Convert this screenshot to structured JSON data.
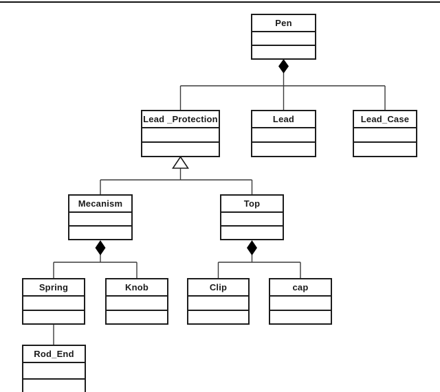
{
  "diagram": {
    "type": "uml-class-diagram",
    "subject": "Pen composition hierarchy",
    "colors": {
      "background": "#ffffff",
      "box_fill": "#ffffff",
      "box_border": "#1c1c1c",
      "connector_line": "#3a3a3a",
      "composition_diamond_fill": "#000000",
      "generalization_triangle_fill": "#ffffff",
      "text": "#1a1a1a"
    },
    "classes": [
      {
        "name": "Pen"
      },
      {
        "name": "Lead _Protection"
      },
      {
        "name": "Lead"
      },
      {
        "name": "Lead_Case"
      },
      {
        "name": "Mecanism"
      },
      {
        "name": "Top"
      },
      {
        "name": "Spring"
      },
      {
        "name": "Knob"
      },
      {
        "name": "Clip"
      },
      {
        "name": "cap"
      },
      {
        "name": "Rod_End"
      }
    ],
    "relationships": [
      {
        "type": "composition",
        "whole": "Pen",
        "parts": [
          "Lead _Protection",
          "Lead",
          "Lead_Case"
        ]
      },
      {
        "type": "generalization",
        "general": "Lead _Protection",
        "specific": [
          "Mecanism",
          "Top"
        ]
      },
      {
        "type": "composition",
        "whole": "Mecanism",
        "parts": [
          "Spring",
          "Knob"
        ]
      },
      {
        "type": "composition",
        "whole": "Top",
        "parts": [
          "Clip",
          "cap"
        ]
      },
      {
        "type": "association",
        "from": "Spring",
        "to": "Rod_End"
      }
    ]
  }
}
